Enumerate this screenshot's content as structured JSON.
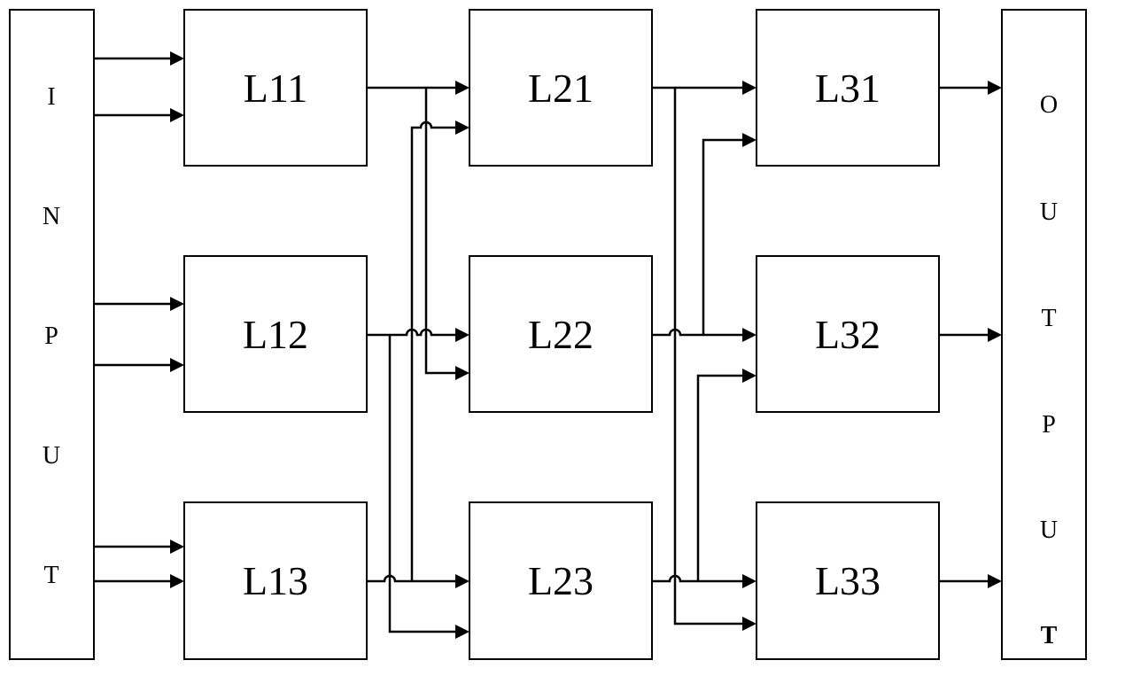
{
  "input": {
    "letters": [
      "I",
      "N",
      "P",
      "U",
      "T"
    ]
  },
  "output": {
    "letters": [
      "O",
      "U",
      "T",
      "P",
      "U",
      "T"
    ]
  },
  "nodes": {
    "l11": "L11",
    "l12": "L12",
    "l13": "L13",
    "l21": "L21",
    "l22": "L22",
    "l23": "L23",
    "l31": "L31",
    "l32": "L32",
    "l33": "L33"
  },
  "colors": {
    "stroke": "#000000",
    "background": "#ffffff"
  }
}
